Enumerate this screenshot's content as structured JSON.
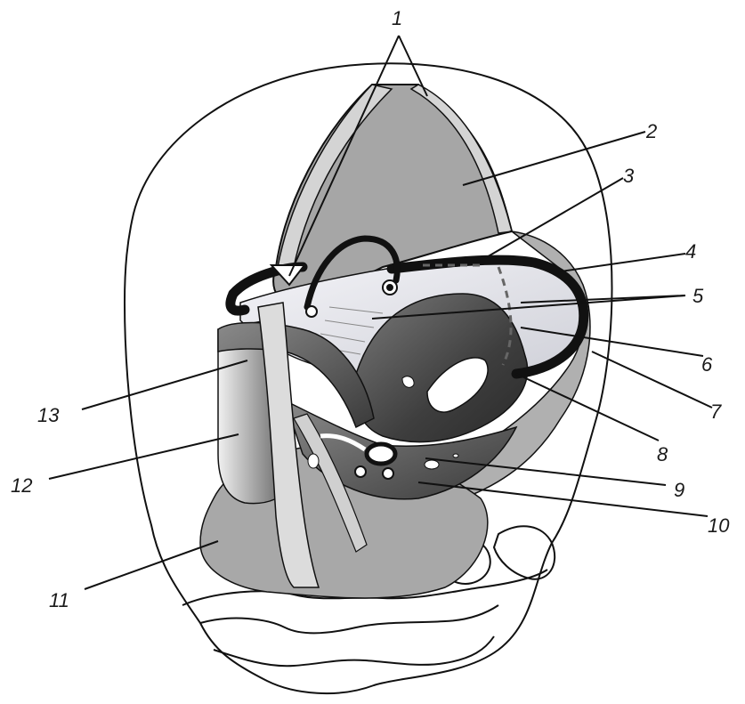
{
  "labels": {
    "l1": "1",
    "l2": "2",
    "l3": "3",
    "l4": "4",
    "l5": "5",
    "l6": "6",
    "l7": "7",
    "l8": "8",
    "l9": "9",
    "l10": "10",
    "l11": "11",
    "l12": "12",
    "l13": "13"
  },
  "colors": {
    "light_gray": "#d4d4d4",
    "mid_gray": "#a6a6a6",
    "dark_gray": "#5a5a5a",
    "pale": "#e6e6ea",
    "black": "#111111"
  }
}
